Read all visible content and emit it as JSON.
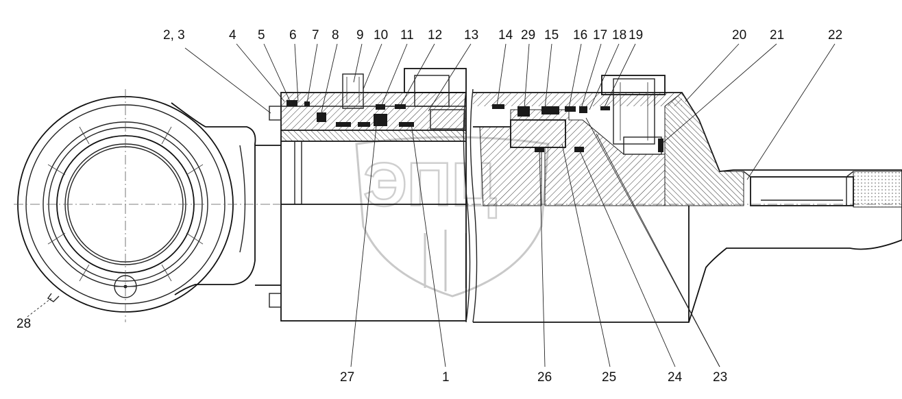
{
  "callouts": {
    "c23": "2, 3",
    "c4": "4",
    "c5": "5",
    "c6": "6",
    "c7": "7",
    "c8": "8",
    "c9": "9",
    "c10": "10",
    "c11": "11",
    "c12": "12",
    "c13": "13",
    "c14": "14",
    "c29": "29",
    "c15": "15",
    "c16": "16",
    "c17": "17",
    "c18": "18",
    "c19": "19",
    "c20": "20",
    "c21": "21",
    "c22": "22",
    "c28": "28",
    "c27": "27",
    "c1": "1",
    "c26": "26",
    "c25": "25",
    "c24": "24",
    "c23b": "23"
  },
  "watermark": {
    "text": "ЭПЦ"
  },
  "colors": {
    "line": "#222222",
    "hatch": "#333333",
    "watermark": "#cfcfcf"
  }
}
